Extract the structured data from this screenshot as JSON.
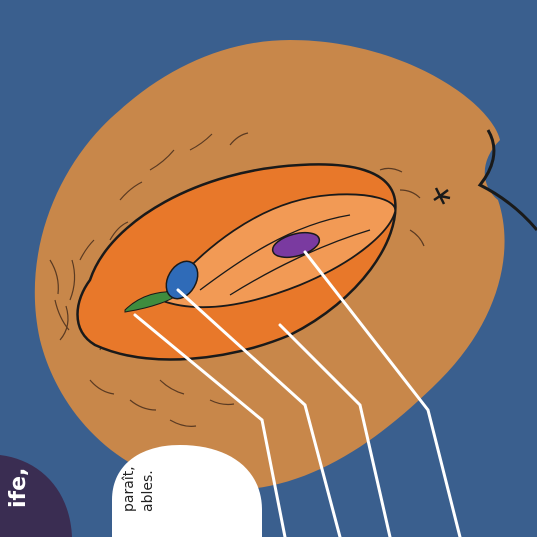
{
  "speech_bubble": {
    "line1": "paraît,",
    "line2": "ables."
  },
  "side_panel": {
    "text": "ife,"
  },
  "colors": {
    "background": "#3a5f8e",
    "skin": "#c8874a",
    "vulva": "#e8782a",
    "inner_lips": "#f29a55",
    "clitoris": "#2f6bb8",
    "clitoral_hood_tip": "#3f8c3e",
    "urethral_opening": "#7a3aa0",
    "pointer_lines": "#ffffff",
    "dark_panel": "#3a2d52",
    "bubble": "#ffffff"
  }
}
